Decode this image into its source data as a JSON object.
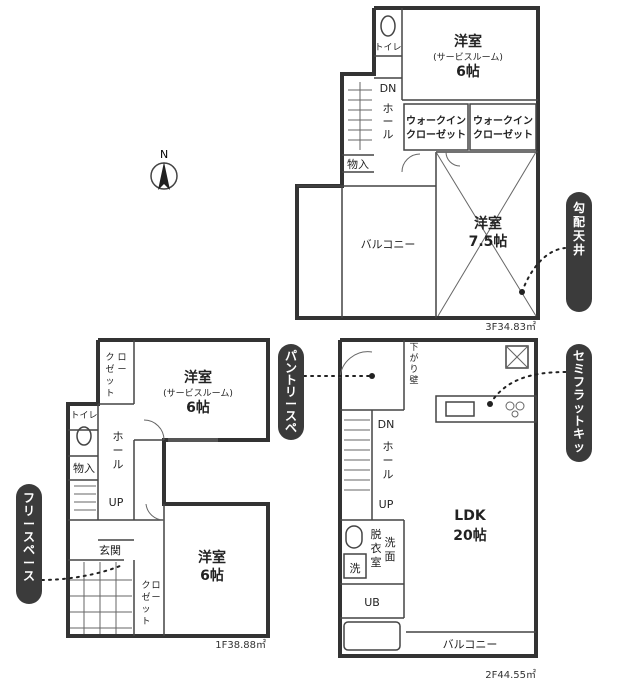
{
  "compass": {
    "label": "N"
  },
  "floor3": {
    "area": "3F34.83㎡",
    "toilet": "トイレ",
    "dn": "DN",
    "hall": "ホール",
    "storage": "物入",
    "balcony": "バルコニー",
    "service_room": {
      "name": "洋室",
      "sub": "(サービスルーム)",
      "size": "6帖"
    },
    "walkin1": [
      "ウォークイン",
      "クローゼット"
    ],
    "walkin2": [
      "ウォークイン",
      "クローゼット"
    ],
    "room2": {
      "name": "洋室",
      "size": "7.5帖"
    },
    "callout": "勾配天井"
  },
  "floor1": {
    "area": "1F38.88㎡",
    "closet_top": "クローゼット",
    "toilet": "トイレ",
    "hall": "ホール",
    "storage": "物入",
    "up": "UP",
    "entrance": "玄関",
    "closet_bottom": "クローゼット",
    "service_room": {
      "name": "洋室",
      "sub": "(サービスルーム)",
      "size": "6帖"
    },
    "room2": {
      "name": "洋室",
      "size": "6帖"
    },
    "callout": "フリースペース"
  },
  "floor2": {
    "area": "2F44.55㎡",
    "wall_note": "下がり壁",
    "dn": "DN",
    "hall": "ホール",
    "up": "UP",
    "dressing": "脱衣室",
    "sink": "洗面",
    "wash": "洗",
    "ub": "UB",
    "ldk": {
      "name": "LDK",
      "size": "20帖"
    },
    "balcony": "バルコニー",
    "callout_pantry": "パントリースペース",
    "callout_kitchen": "セミフラットキッチン"
  }
}
